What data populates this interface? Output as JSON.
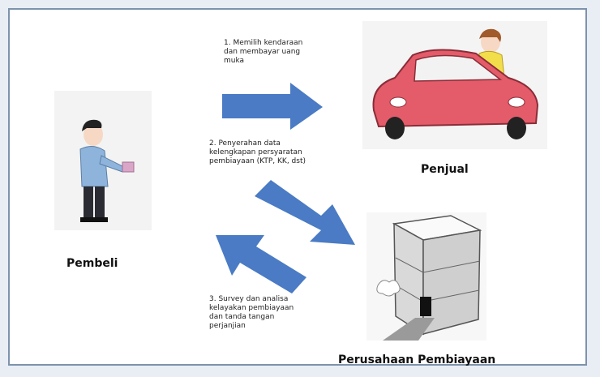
{
  "actors": {
    "buyer": "Pembeli",
    "seller": "Penjual",
    "finance_company": "Perusahaan Pembiayaan"
  },
  "steps": [
    {
      "lines": [
        "1. Memilih kendaraan",
        "dan membayar uang",
        "muka"
      ]
    },
    {
      "lines": [
        "2. Penyerahan data",
        "kelengkapan persyaratan",
        "pembiayaan (KTP, KK, dst)"
      ]
    },
    {
      "lines": [
        "3. Survey dan analisa",
        "kelayakan pembiayaan",
        "dan tanda tangan",
        "perjanjian"
      ]
    }
  ],
  "colors": {
    "arrow": "#4a7bc4",
    "frame_border": "#7d93ad"
  }
}
